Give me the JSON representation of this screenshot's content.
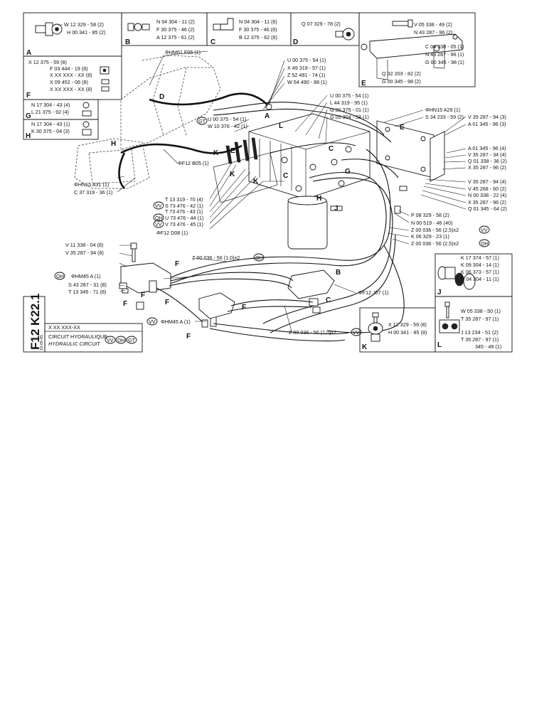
{
  "sheet": {
    "reference": "F12 K22.1",
    "code_line": "X XX XXX-XX",
    "title_fr": "CIRCUIT HYDRAULIQUE",
    "title_en": "HYDRAULIC CIRCUIT",
    "variants": [
      "VV",
      "OH",
      "GT"
    ],
    "date_stamp": "10-05-85"
  },
  "insets": {
    "A": {
      "letter": "A",
      "parts": [
        "W 12 329 - 58 (2)",
        "H 00 341 - 85 (2)"
      ]
    },
    "B": {
      "letter": "B",
      "parts": [
        "N 04 304 - 11 (2)",
        "F 30 375 - 46 (2)",
        "A 12 375 - 61 (2)"
      ]
    },
    "C": {
      "letter": "C",
      "parts": [
        "N 04 304 - 11 (6)",
        "F 30 375 - 46 (6)",
        "B 12 375 - 62 (6)"
      ]
    },
    "D": {
      "letter": "D",
      "parts": [
        "Q 07 329 - 78 (2)"
      ]
    },
    "E": {
      "letter": "E",
      "parts": [
        "V 05 338 - 49 (2)",
        "N 43 287 - 96 (2)",
        "C 04 338 - 05 (1)",
        "N 43 287 - 96 (1)",
        "G 00 345 - 98 (1)",
        "Q 32 203 - 82 (2)",
        "G 00 345 - 98 (2)"
      ]
    },
    "F": {
      "letter": "F",
      "parts": [
        "X 12 375 - 59 (8)",
        "F 03 444 - 19 (8)",
        "X XX XXX - XX (8)",
        "X 09 452 - 06 (8)",
        "X XX XXX - XX (8)"
      ]
    },
    "G": {
      "letter": "G",
      "parts": [
        "N 17 304 - 43 (4)",
        "L 21 375 - 92 (4)"
      ]
    },
    "H": {
      "letter": "H",
      "parts": [
        "N 17 304 - 43 (1)",
        "K 30 375 - 04 (3)"
      ]
    },
    "J": {
      "letter": "J",
      "parts": [
        "K 17 374 - 57 (1)",
        "K 09 304 - 14 (1)",
        "K 06 373 - 57 (1)",
        "N 04 304 - 11 (1)"
      ]
    },
    "K": {
      "letter": "K",
      "parts": [
        "X 12 329 - 59 (8)",
        "H 00 341 - 85 (8)"
      ]
    },
    "L": {
      "letter": "L",
      "parts": [
        "W 05 338 - 50 (1)",
        "T 35 287 - 97 (1)",
        "J 13 234 - 51 (2)",
        "T 35 287 - 97 (1)",
        "345 - 49 (1)"
      ]
    }
  },
  "main_callouts": {
    "upper_left": [
      "U 00 375 - 54 (1)",
      "X 49 319 - 57 (1)",
      "Z 52 491 - 74 (1)",
      "W 54 490 - 88 (1)"
    ],
    "upper_mid": [
      "U 00 375 - 54 (1)",
      "L 44 319 - 95 (1)",
      "G 30 375 - 01 (1)",
      "G 00 304 - 58 (1)"
    ],
    "mid_left": [
      "U 00 375 - 54 (1)",
      "W 10 376 - 42 (1)"
    ],
    "hose_HM61": "ΦHM61 F05 (1)",
    "hose_F12_B05": "ΦF12 B05 (1)",
    "hose_HN15_A31": "ΦHN15 A31 (1)",
    "valve_C": "C 37 319 - 36 (1)",
    "lower_left": [
      "T 13 319 - 70 (4)",
      "S 73 476 - 42 (1)",
      "T 73 476 - 43 (1)",
      "U 73 476 - 44 (1)",
      "V 73 476 - 45 (1)",
      "ΦF12 D08 (1)"
    ],
    "right_top": [
      "ΦHN15 A29 (1)",
      "S 34 233 - 59 (2)"
    ],
    "right_side": [
      "V 35 287 - 94 (3)",
      "A 01 345 - 96 (3)",
      "A 01 345 - 96 (4)",
      "V 35 287 - 34 (4)",
      "Q 01 338 - 36 (2)",
      "X 35 287 - 96 (2)",
      "V 35 287 - 94 (4)",
      "V 45 268 - 60 (2)",
      "N 00 338 - 22 (4)",
      "X 35 287 - 96 (2)",
      "Q 01 345 - 64 (2)"
    ],
    "right_low": [
      "P 08 329 - 58 (2)",
      "N 00 519 - 46 (40)",
      "Z 00 036 - 56 (2,5)x2",
      "K 06 329 - 23 (1)",
      "Z 00 036 - 56 (2,5)x2"
    ],
    "lower_section": [
      "V 11 338 - 04 (8)",
      "V 35 287 - 94 (8)",
      "ΦHM45 A (1)",
      "S 43 287 - 31 (8)",
      "T 13 345 - 71 (8)",
      "Z 00 036 - 56 (1,0)x2",
      "ΦF12 J07 (1)",
      "ΦHM45 A (1)",
      "Z 00 036 - 56 (1,0)x2"
    ]
  },
  "letters": [
    "A",
    "B",
    "C",
    "D",
    "E",
    "F",
    "G",
    "H",
    "J",
    "K",
    "L"
  ]
}
